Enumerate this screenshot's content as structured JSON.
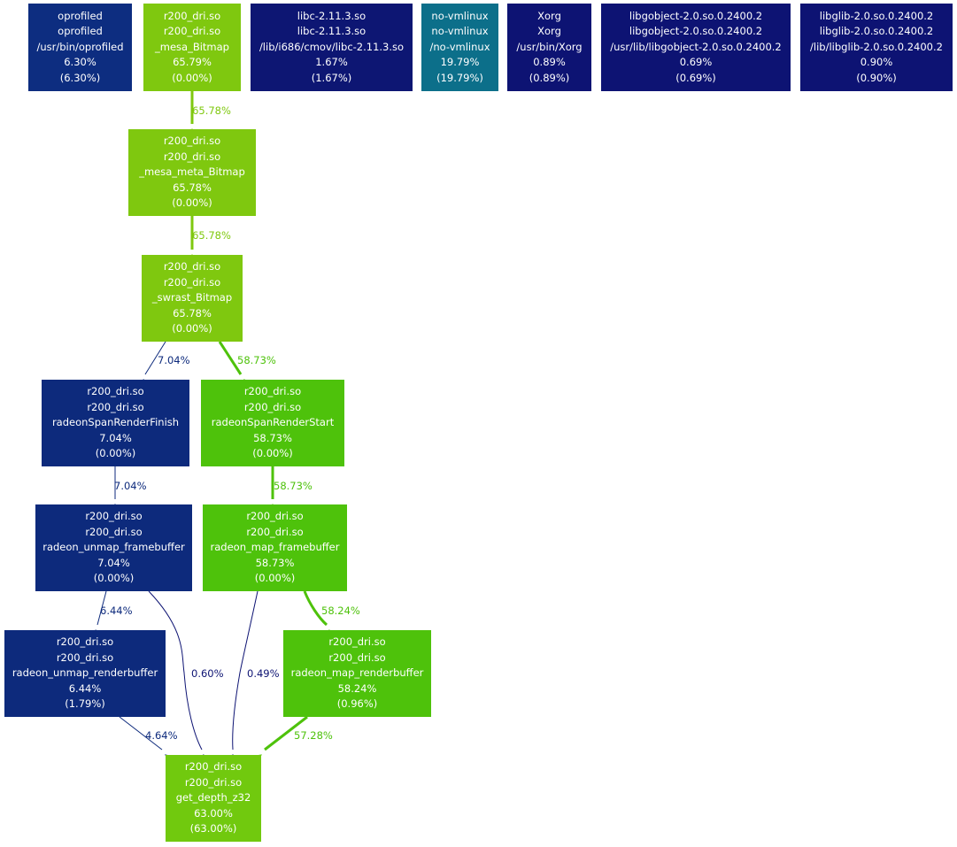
{
  "nodes": [
    {
      "id": "oprofiled",
      "lines": [
        "oprofiled",
        "oprofiled",
        "/usr/bin/oprofiled",
        "6.30%",
        "(6.30%)"
      ],
      "color": "#0d2d80"
    },
    {
      "id": "mesa_Bitmap",
      "lines": [
        "r200_dri.so",
        "r200_dri.so",
        "_mesa_Bitmap",
        "65.79%",
        "(0.00%)"
      ],
      "color": "#7fc80f"
    },
    {
      "id": "libc",
      "lines": [
        "libc-2.11.3.so",
        "libc-2.11.3.so",
        "/lib/i686/cmov/libc-2.11.3.so",
        "1.67%",
        "(1.67%)"
      ],
      "color": "#0d1673"
    },
    {
      "id": "novmlinux",
      "lines": [
        "no-vmlinux",
        "no-vmlinux",
        "/no-vmlinux",
        "19.79%",
        "(19.79%)"
      ],
      "color": "#0c6f8a"
    },
    {
      "id": "xorg",
      "lines": [
        "Xorg",
        "Xorg",
        "/usr/bin/Xorg",
        "0.89%",
        "(0.89%)"
      ],
      "color": "#0d1373"
    },
    {
      "id": "libgobject",
      "lines": [
        "libgobject-2.0.so.0.2400.2",
        "libgobject-2.0.so.0.2400.2",
        "/usr/lib/libgobject-2.0.so.0.2400.2",
        "0.69%",
        "(0.69%)"
      ],
      "color": "#0d1373"
    },
    {
      "id": "libglib",
      "lines": [
        "libglib-2.0.so.0.2400.2",
        "libglib-2.0.so.0.2400.2",
        "/lib/libglib-2.0.so.0.2400.2",
        "0.90%",
        "(0.90%)"
      ],
      "color": "#0d1373"
    },
    {
      "id": "mesa_meta_Bitmap",
      "lines": [
        "r200_dri.so",
        "r200_dri.so",
        "_mesa_meta_Bitmap",
        "65.78%",
        "(0.00%)"
      ],
      "color": "#7fc80f"
    },
    {
      "id": "swrast_Bitmap",
      "lines": [
        "r200_dri.so",
        "r200_dri.so",
        "_swrast_Bitmap",
        "65.78%",
        "(0.00%)"
      ],
      "color": "#7fc80f"
    },
    {
      "id": "radeonSpanRenderFinish",
      "lines": [
        "r200_dri.so",
        "r200_dri.so",
        "radeonSpanRenderFinish",
        "7.04%",
        "(0.00%)"
      ],
      "color": "#0d2a7c"
    },
    {
      "id": "radeonSpanRenderStart",
      "lines": [
        "r200_dri.so",
        "r200_dri.so",
        "radeonSpanRenderStart",
        "58.73%",
        "(0.00%)"
      ],
      "color": "#4ec20b"
    },
    {
      "id": "radeon_unmap_framebuffer",
      "lines": [
        "r200_dri.so",
        "r200_dri.so",
        "radeon_unmap_framebuffer",
        "7.04%",
        "(0.00%)"
      ],
      "color": "#0d2a7c"
    },
    {
      "id": "radeon_map_framebuffer",
      "lines": [
        "r200_dri.so",
        "r200_dri.so",
        "radeon_map_framebuffer",
        "58.73%",
        "(0.00%)"
      ],
      "color": "#4ec20b"
    },
    {
      "id": "radeon_unmap_renderbuffer",
      "lines": [
        "r200_dri.so",
        "r200_dri.so",
        "radeon_unmap_renderbuffer",
        "6.44%",
        "(1.79%)"
      ],
      "color": "#0d2a7c"
    },
    {
      "id": "radeon_map_renderbuffer",
      "lines": [
        "r200_dri.so",
        "r200_dri.so",
        "radeon_map_renderbuffer",
        "58.24%",
        "(0.96%)"
      ],
      "color": "#4ec20b"
    },
    {
      "id": "get_depth_z32",
      "lines": [
        "r200_dri.so",
        "r200_dri.so",
        "get_depth_z32",
        "63.00%",
        "(63.00%)"
      ],
      "color": "#71c90e"
    }
  ],
  "edges": [
    {
      "from": "mesa_Bitmap",
      "to": "mesa_meta_Bitmap",
      "label": "65.78%",
      "color": "#7fc80f"
    },
    {
      "from": "mesa_meta_Bitmap",
      "to": "swrast_Bitmap",
      "label": "65.78%",
      "color": "#7fc80f"
    },
    {
      "from": "swrast_Bitmap",
      "to": "radeonSpanRenderFinish",
      "label": "7.04%",
      "color": "#0d2a7c"
    },
    {
      "from": "swrast_Bitmap",
      "to": "radeonSpanRenderStart",
      "label": "58.73%",
      "color": "#4ec20b"
    },
    {
      "from": "radeonSpanRenderFinish",
      "to": "radeon_unmap_framebuffer",
      "label": "7.04%",
      "color": "#0d2a7c"
    },
    {
      "from": "radeonSpanRenderStart",
      "to": "radeon_map_framebuffer",
      "label": "58.73%",
      "color": "#4ec20b"
    },
    {
      "from": "radeon_unmap_framebuffer",
      "to": "radeon_unmap_renderbuffer",
      "label": "6.44%",
      "color": "#0d2a7c"
    },
    {
      "from": "radeon_unmap_framebuffer",
      "to": "get_depth_z32",
      "label": "0.60%",
      "color": "#0d1373"
    },
    {
      "from": "radeon_map_framebuffer",
      "to": "get_depth_z32",
      "label": "0.49%",
      "color": "#0d1373"
    },
    {
      "from": "radeon_map_framebuffer",
      "to": "radeon_map_renderbuffer",
      "label": "58.24%",
      "color": "#4ec20b"
    },
    {
      "from": "radeon_unmap_renderbuffer",
      "to": "get_depth_z32",
      "label": "4.64%",
      "color": "#0d2a7c"
    },
    {
      "from": "radeon_map_renderbuffer",
      "to": "get_depth_z32",
      "label": "57.28%",
      "color": "#4ec20b"
    }
  ]
}
